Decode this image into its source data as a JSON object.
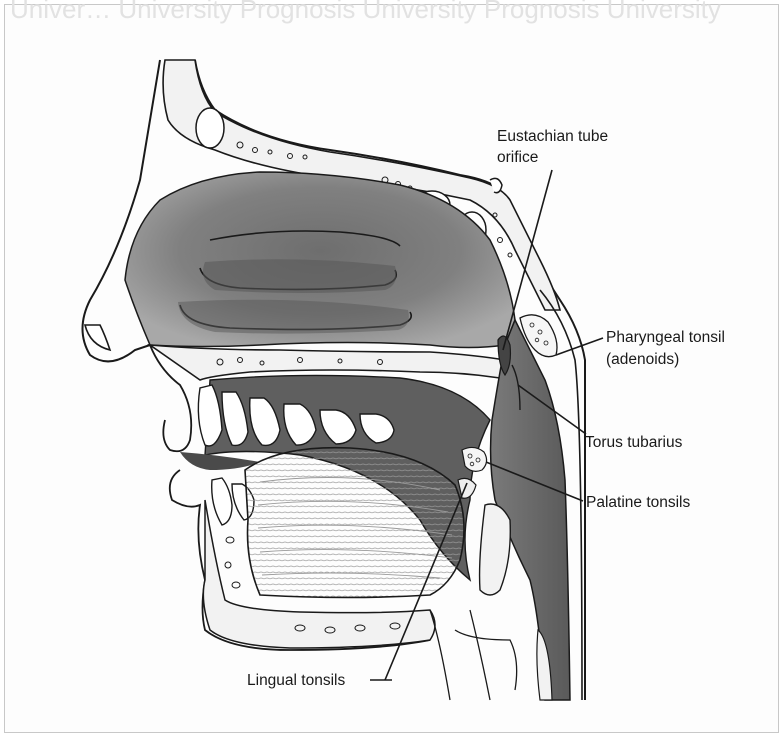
{
  "watermark": {
    "text": "Univer… University Prognosis University Prognosis University"
  },
  "labels": {
    "eustachian_line1": "Eustachian tube",
    "eustachian_line2": "orifice",
    "pharyngeal_line1": "Pharyngeal tonsil",
    "pharyngeal_line2": "(adenoids)",
    "torus": "Torus tubarius",
    "palatine": "Palatine tonsils",
    "lingual": "Lingual tonsils"
  },
  "colors": {
    "cavity_dark": "#5a5a5a",
    "cavity_mid": "#8a8a8a",
    "bone": "#f2f2f2",
    "line": "#1a1a1a"
  }
}
